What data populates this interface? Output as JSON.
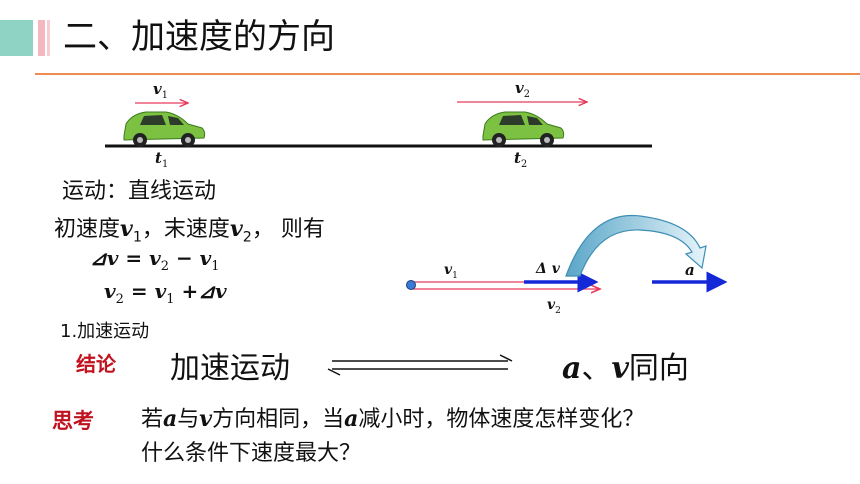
{
  "header": {
    "title": "二、加速度的方向",
    "accent_color": "#8fd3c4",
    "rule_color": "#ee8b55"
  },
  "track": {
    "v1_symbol": "v",
    "v1_sub": "1",
    "v2_symbol": "v",
    "v2_sub": "2",
    "t1_symbol": "t",
    "t1_sub": "1",
    "t2_symbol": "t",
    "t2_sub": "2",
    "car_color": "#7cc142",
    "arrow_color": "#e83a5a"
  },
  "motion": {
    "line1": "运动：直线运动",
    "line2_a": "初速度",
    "line2_b": "，末速度",
    "line2_c": "， 则有",
    "eq1_left": "⊿v",
    "eq1_rest": " = v",
    "eq1_sub1": "2",
    "eq1_mid": " − v",
    "eq1_sub2": "1",
    "eq2_left": "v",
    "eq2_sub1": "2",
    "eq2_mid": " = v",
    "eq2_sub2": "1",
    "eq2_end": " +⊿v"
  },
  "vector_diagram": {
    "v1_label": "v",
    "v1_sub": "1",
    "dv_label": "Δ v",
    "v2_label": "v",
    "v2_sub": "2",
    "a_label": "a",
    "blue": "#1428d8"
  },
  "section": {
    "heading": "1.加速运动"
  },
  "conclusion": {
    "label": "结论",
    "left": "加速运动",
    "right_a": "a",
    "right_sep": "、",
    "right_v": "v",
    "right_end": "同向"
  },
  "think": {
    "label": "思考",
    "q1_a": "若",
    "q1_av": "a",
    "q1_b": "与",
    "q1_vv": "v",
    "q1_c": "方向相同，当",
    "q1_av2": "a",
    "q1_d": "减小时，物体速度怎样变化？",
    "q2": "什么条件下速度最大？"
  }
}
